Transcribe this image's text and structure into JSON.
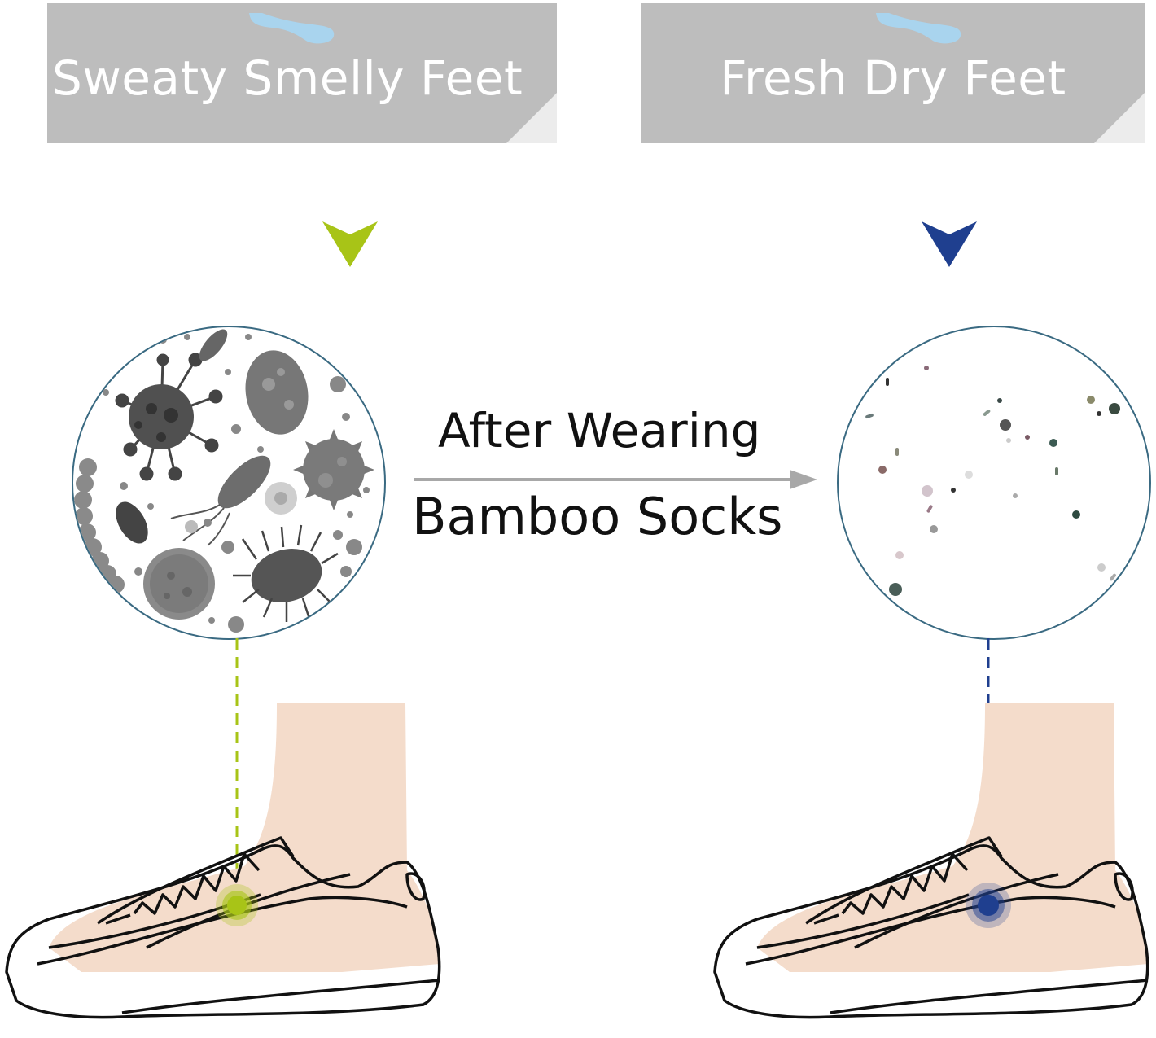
{
  "left_panel": {
    "banner_title": "Sweaty Smelly Feet",
    "accent_color": "#a8c417",
    "state": "before"
  },
  "right_panel": {
    "banner_title": "Fresh Dry Feet",
    "accent_color": "#1f3f8f",
    "state": "after"
  },
  "center": {
    "line1": "After Wearing",
    "line2": "Bamboo Socks",
    "arrow_color": "#a8a8a8"
  },
  "colors": {
    "banner_bg": "#bdbdbd",
    "sock_icon": "#a9d4ee",
    "circle_border": "#3a6a82",
    "skin": "#f4dccb",
    "shoe_outline": "#111111"
  }
}
